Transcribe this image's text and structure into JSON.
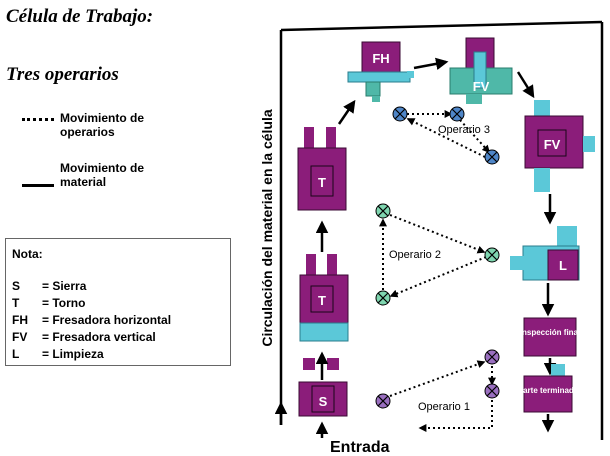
{
  "title": "Célula de Trabajo:",
  "subtitle": "Tres operarios",
  "legend": {
    "dotted": "Movimiento de operarios",
    "solid": "Movimiento de material"
  },
  "note": {
    "heading": "Nota:",
    "rows": [
      {
        "abbr": "S",
        "desc": "= Sierra"
      },
      {
        "abbr": "T",
        "desc": "= Torno"
      },
      {
        "abbr": "FH",
        "desc": "= Fresadora horizontal"
      },
      {
        "abbr": "FV",
        "desc": "= Fresadora vertical"
      },
      {
        "abbr": "L",
        "desc": "= Limpieza"
      }
    ]
  },
  "side_label": "Circulación del material en la célula",
  "entry_label": "Entrada",
  "machines": {
    "s": "S",
    "t1": "T",
    "t2": "T",
    "fh": "FH",
    "fv1": "FV",
    "fv2": "FV",
    "l": "L",
    "inspection": "Inspección final",
    "finished": "Parte terminada"
  },
  "operators": {
    "op1": "Operario 1",
    "op2": "Operario 2",
    "op3": "Operario 3"
  },
  "colors": {
    "machine": "#8b1d7a",
    "machine_border": "#3a0a33",
    "cyan": "#5bc8d8",
    "teal": "#4fb8a8",
    "op1": "#9a6fc0",
    "op2": "#7fd6b0",
    "op3": "#4f86c8"
  }
}
